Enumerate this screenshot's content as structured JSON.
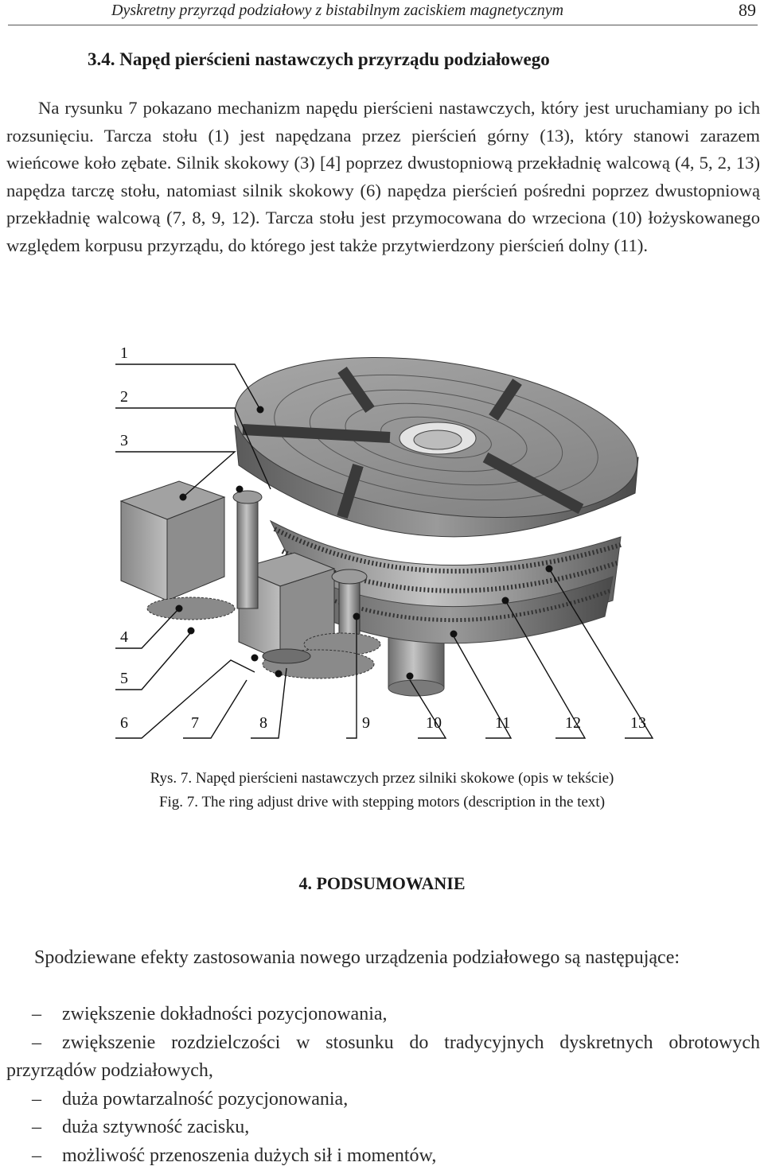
{
  "header": {
    "running_title": "Dyskretny przyrząd podziałowy z bistabilnym zaciskiem magnetycznym",
    "page_number": "89"
  },
  "section": {
    "title": "3.4. Napęd pierścieni nastawczych przyrządu podziałowego",
    "paragraph": "Na rysunku 7 pokazano mechanizm napędu pierścieni nastawczych, który jest uruchamiany po ich rozsunięciu. Tarcza stołu (1) jest napędzana przez pierścień górny (13), który stanowi zarazem wieńcowe koło zębate. Silnik skokowy (3) [4] poprzez dwustopniową przekładnię walcową (4, 5, 2, 13) napędza tarczę stołu, natomiast silnik skokowy (6) napędza pierścień pośredni poprzez dwustopniową przekładnię walcową (7, 8, 9, 12). Tarcza stołu jest przymocowana do wrzeciona (10) łożyskowanego względem korpusu przyrządu, do którego jest także przytwierdzony pierścień dolny (11)."
  },
  "figure": {
    "labels": {
      "l1": "1",
      "l2": "2",
      "l3": "3",
      "l4": "4",
      "l5": "5",
      "l6": "6",
      "l7": "7",
      "l8": "8",
      "l9": "9",
      "l10": "10",
      "l11": "11",
      "l12": "12",
      "l13": "13"
    },
    "caption_pl": "Rys. 7. Napęd pierścieni nastawczych przez silniki skokowe (opis w tekście)",
    "caption_en": "Fig. 7. The ring adjust drive with stepping motors (description in the text)"
  },
  "summary": {
    "title": "4. PODSUMOWANIE",
    "intro": "Spodziewane efekty zastosowania nowego urządzenia podziałowego są następujące:",
    "dash": "–",
    "items": [
      "zwiększenie dokładności pozycjonowania,",
      "zwiększenie rozdzielczości w stosunku do tradycyjnych dyskretnych obrotowych przyrządów podziałowych,",
      "duża powtarzalność pozycjonowania,",
      "duża sztywność zacisku,",
      "możliwość przenoszenia dużych sił i momentów,"
    ]
  },
  "colors": {
    "metal_light": "#b9b9b9",
    "metal_mid": "#8c8c8c",
    "metal_dark": "#555555"
  }
}
